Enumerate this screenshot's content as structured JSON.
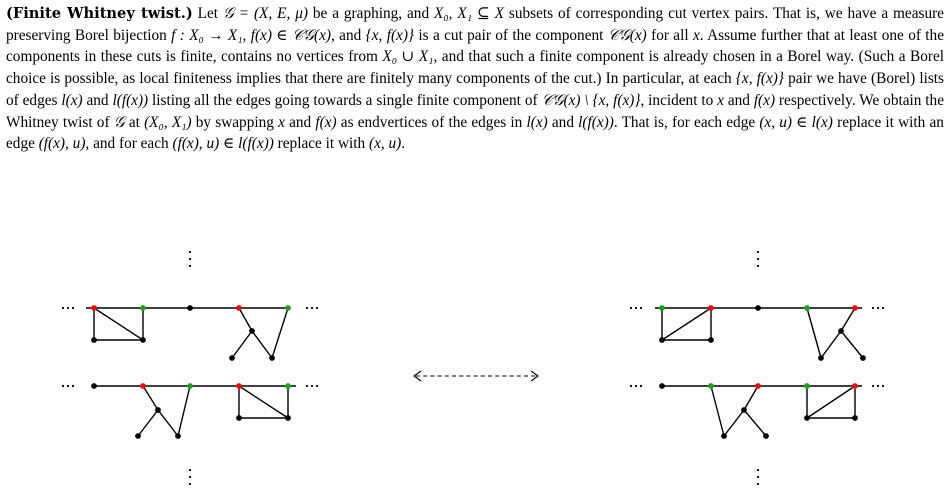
{
  "paragraph": {
    "heading": "(Finite Whitney twist.)",
    "body": [
      {
        "t": " Let "
      },
      {
        "m": "𝒢 = (X, E, μ)"
      },
      {
        "t": " be a graphing, and "
      },
      {
        "m": "X₀, X₁ ⊆ X"
      },
      {
        "t": " subsets of corresponding cut vertex pairs. That is, we have a measure preserving Borel bijection "
      },
      {
        "m": "f : X₀ → X₁, f(x) ∈ 𝒞𝒢(x)"
      },
      {
        "t": ", and "
      },
      {
        "m": "{x, f(x)}"
      },
      {
        "t": " is a cut pair of the component "
      },
      {
        "m": "𝒞𝒢(x)"
      },
      {
        "t": " for all "
      },
      {
        "m": "x"
      },
      {
        "t": ". Assume further that at least one of the components in these cuts is finite, contains no vertices from "
      },
      {
        "m": "X₀ ∪ X₁"
      },
      {
        "t": ", and that such a finite component is already chosen in a Borel way. (Such a Borel choice is possible, as local finiteness implies that there are finitely many components of the cut.) In particular, at each "
      },
      {
        "m": "{x, f(x)}"
      },
      {
        "t": " pair we have (Borel) lists of edges "
      },
      {
        "m": "l(x)"
      },
      {
        "t": " and "
      },
      {
        "m": "l(f(x))"
      },
      {
        "t": " listing all the edges going towards a single finite component of "
      },
      {
        "m": "𝒞𝒢(x) \\ {x, f(x)}"
      },
      {
        "t": ", incident to "
      },
      {
        "m": "x"
      },
      {
        "t": " and "
      },
      {
        "m": "f(x)"
      },
      {
        "t": " respectively. We obtain the Whitney twist of "
      },
      {
        "m": "𝒢"
      },
      {
        "t": " at "
      },
      {
        "m": "(X₀, X₁)"
      },
      {
        "t": " by swapping "
      },
      {
        "m": "x"
      },
      {
        "t": " and "
      },
      {
        "m": "f(x)"
      },
      {
        "t": " as endvertices of the edges in "
      },
      {
        "m": "l(x)"
      },
      {
        "t": " and "
      },
      {
        "m": "l(f(x))"
      },
      {
        "t": ". That is, for each edge "
      },
      {
        "m": "(x, u) ∈ l(x)"
      },
      {
        "t": " replace it with an edge "
      },
      {
        "m": "(f(x), u)"
      },
      {
        "t": ", and for each "
      },
      {
        "m": "(f(x), u) ∈ l(f(x))"
      },
      {
        "t": " replace it with "
      },
      {
        "m": "(x, u)"
      },
      {
        "t": "."
      }
    ]
  },
  "figure": {
    "colors": {
      "red": "#ff0000",
      "green": "#1aa31a",
      "black": "#000000"
    },
    "arrow": "double-dashed-arrow"
  }
}
